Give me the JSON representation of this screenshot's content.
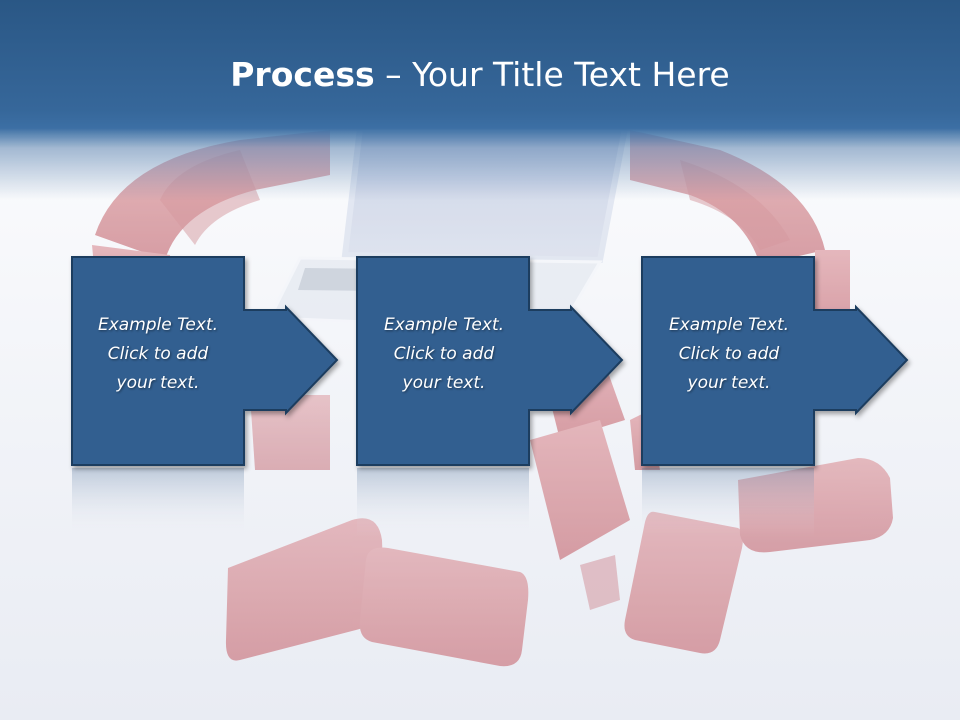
{
  "slide": {
    "title_bold": "Process",
    "title_separator": " – ",
    "title_rest": "Your Title Text Here"
  },
  "steps": [
    {
      "lines": [
        "Example Text.",
        "Click  to add",
        "your text."
      ]
    },
    {
      "lines": [
        "Example Text.",
        "Click  to add",
        "your text."
      ]
    },
    {
      "lines": [
        "Example Text.",
        "Click  to add",
        "your text."
      ]
    }
  ],
  "colors": {
    "header": "#2a5785",
    "box_fill": "#325f90",
    "box_border": "#1e3d5f",
    "title_text": "#ffffff",
    "background_bricks": "#d9939a",
    "laptop_screen": "#c8d0e4"
  },
  "icons": {
    "background": "laptop-with-red-bricks-image",
    "connector": "right-arrow-icon"
  }
}
